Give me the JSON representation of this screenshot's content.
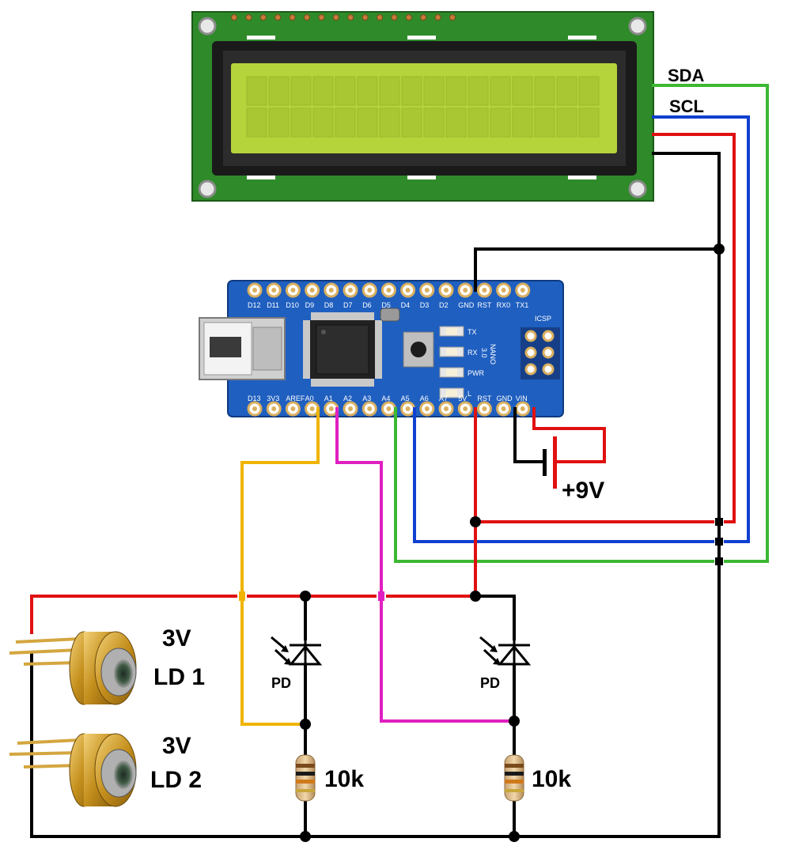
{
  "lcd": {
    "wire_labels": {
      "sda": "SDA",
      "scl": "SCL"
    }
  },
  "nano": {
    "top_pins": [
      "D12",
      "D11",
      "D10",
      "D9",
      "D8",
      "D7",
      "D6",
      "D5",
      "D4",
      "D3",
      "D2",
      "GND",
      "RST",
      "RX0",
      "TX1"
    ],
    "bottom_pins": [
      "D13",
      "3V3",
      "AREF",
      "A0",
      "A1",
      "A2",
      "A3",
      "A4",
      "A5",
      "A6",
      "A7",
      "5V",
      "RST",
      "GND",
      "VIN"
    ],
    "led_labels": [
      "TX",
      "RX",
      "PWR",
      "L"
    ],
    "board_text": [
      "NANO",
      "3.0"
    ],
    "icsp_label": "ICSP"
  },
  "power": {
    "label": "+9V"
  },
  "laser_diodes": [
    {
      "voltage": "3V",
      "name": "LD 1"
    },
    {
      "voltage": "3V",
      "name": "LD 2"
    }
  ],
  "photodiodes": [
    {
      "label": "PD"
    },
    {
      "label": "PD"
    }
  ],
  "resistors": [
    {
      "label": "10k"
    },
    {
      "label": "10k"
    }
  ],
  "colors": {
    "sda": "#3cb832",
    "scl": "#1040d0",
    "vcc": "#e01010",
    "gnd": "#000000",
    "a0": "#f0b400",
    "a1": "#e020c0",
    "lcd_pcb": "#2f8a2a",
    "lcd_screen": "#b5d33a",
    "nano_pcb": "#1f5fc0",
    "laser_can": "#c8961e"
  }
}
